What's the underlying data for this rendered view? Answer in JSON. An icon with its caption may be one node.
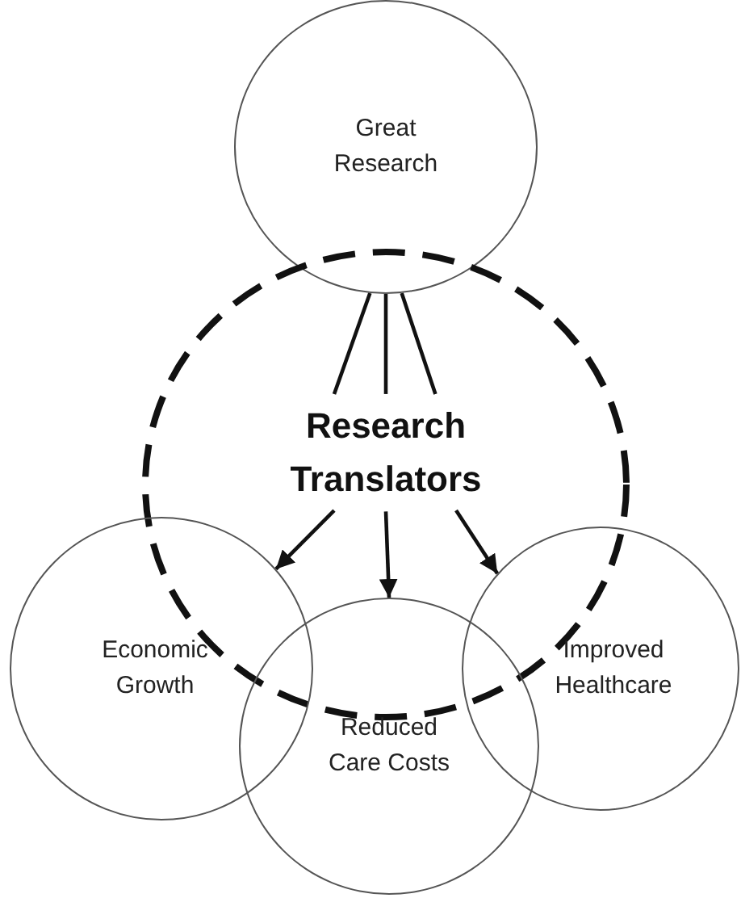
{
  "diagram": {
    "nodes": [
      {
        "text": [
          "Great Research"
        ]
      },
      {
        "text": [],
        "shape": "circle"
      },
      {
        "text": [
          "Research Translators"
        ],
        "in": 1
      },
      {
        "text": [
          "Economic Growth"
        ]
      },
      {
        "text": [
          "Reduced Care Costs"
        ]
      },
      {
        "text": [
          "Improved Healthcare"
        ]
      }
    ],
    "edges": [
      {
        "from": 0,
        "to": 2,
        "arrow": "none"
      },
      {
        "from": 0,
        "to": 2,
        "arrow": "none"
      },
      {
        "from": 0,
        "to": 2,
        "arrow": "none"
      },
      {
        "from": 2,
        "to": 3,
        "arrow": "to"
      },
      {
        "from": 2,
        "to": 4,
        "arrow": "to"
      },
      {
        "from": 2,
        "to": 5,
        "arrow": "to"
      }
    ]
  }
}
